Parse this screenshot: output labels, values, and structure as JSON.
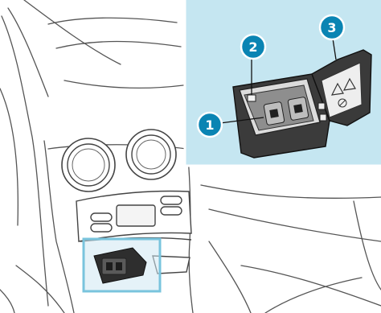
{
  "figure": {
    "description_free": true,
    "callouts": [
      {
        "number": "1"
      },
      {
        "number": "2"
      },
      {
        "number": "3"
      }
    ],
    "colors": {
      "inset_background": "#c5e6f1",
      "highlight_box_border": "#79c4dd",
      "callout_fill": "#0a84b3",
      "callout_ring": "#ffffff",
      "line_art": "#4a4a4a",
      "socket_dark": "#3a3a3a"
    }
  }
}
